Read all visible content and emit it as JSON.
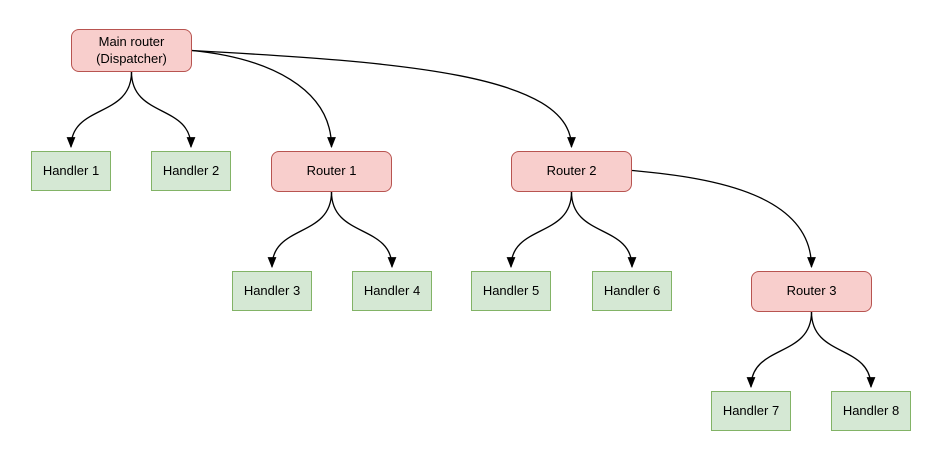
{
  "diagram": {
    "type": "tree",
    "description": "Router dispatch hierarchy diagram",
    "colors": {
      "background": "#ffffff",
      "router_fill": "#f8cecc",
      "router_border": "#b85450",
      "handler_fill": "#d5e8d4",
      "handler_border": "#82b366",
      "edge_stroke": "#000000",
      "text": "#000000"
    },
    "nodes": [
      {
        "id": "main-router",
        "kind": "router",
        "label": "Main router\n(Dispatcher)"
      },
      {
        "id": "handler-1",
        "kind": "handler",
        "label": "Handler 1"
      },
      {
        "id": "handler-2",
        "kind": "handler",
        "label": "Handler 2"
      },
      {
        "id": "router-1",
        "kind": "router",
        "label": "Router 1"
      },
      {
        "id": "router-2",
        "kind": "router",
        "label": "Router 2"
      },
      {
        "id": "handler-3",
        "kind": "handler",
        "label": "Handler 3"
      },
      {
        "id": "handler-4",
        "kind": "handler",
        "label": "Handler 4"
      },
      {
        "id": "handler-5",
        "kind": "handler",
        "label": "Handler 5"
      },
      {
        "id": "handler-6",
        "kind": "handler",
        "label": "Handler 6"
      },
      {
        "id": "router-3",
        "kind": "router",
        "label": "Router 3"
      },
      {
        "id": "handler-7",
        "kind": "handler",
        "label": "Handler 7"
      },
      {
        "id": "handler-8",
        "kind": "handler",
        "label": "Handler 8"
      }
    ],
    "edges": [
      {
        "from": "main-router",
        "to": "handler-1"
      },
      {
        "from": "main-router",
        "to": "handler-2"
      },
      {
        "from": "main-router",
        "to": "router-1"
      },
      {
        "from": "main-router",
        "to": "router-2"
      },
      {
        "from": "router-1",
        "to": "handler-3"
      },
      {
        "from": "router-1",
        "to": "handler-4"
      },
      {
        "from": "router-2",
        "to": "handler-5"
      },
      {
        "from": "router-2",
        "to": "handler-6"
      },
      {
        "from": "router-2",
        "to": "router-3"
      },
      {
        "from": "router-3",
        "to": "handler-7"
      },
      {
        "from": "router-3",
        "to": "handler-8"
      }
    ]
  }
}
